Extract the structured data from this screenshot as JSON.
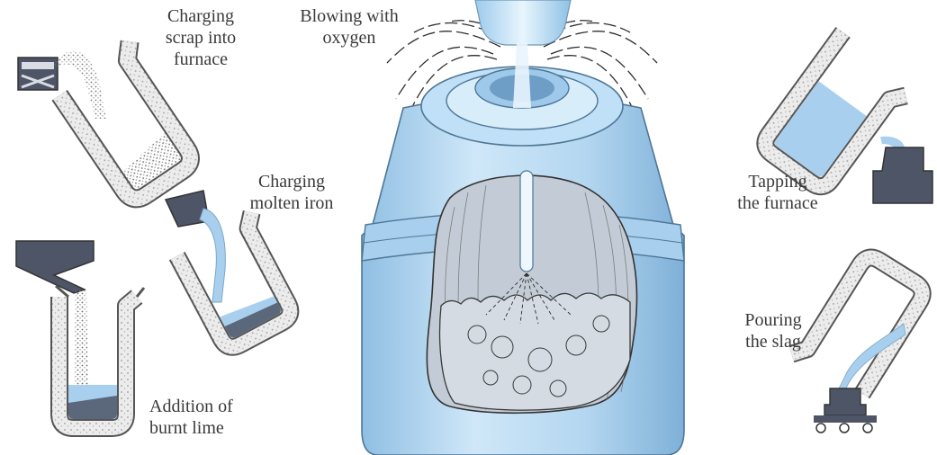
{
  "labels": {
    "charging_scrap": [
      "Charging",
      "scrap into",
      "furnace"
    ],
    "blowing_oxygen": [
      "Blowing with",
      "oxygen"
    ],
    "charging_iron": [
      "Charging",
      "molten iron"
    ],
    "burnt_lime": [
      "Addition of",
      "burnt lime"
    ],
    "tapping": [
      "Tapping",
      "the furnace"
    ],
    "pouring_slag": [
      "Pouring",
      "the slag"
    ]
  },
  "colors": {
    "liquid": "#a9cfee",
    "furnace_body": "#b9dcf5",
    "furnace_edge": "#5a7f9e",
    "refractory": "#e3e3e3",
    "machinery": "#4d5566",
    "outline": "#3d3d3d"
  }
}
